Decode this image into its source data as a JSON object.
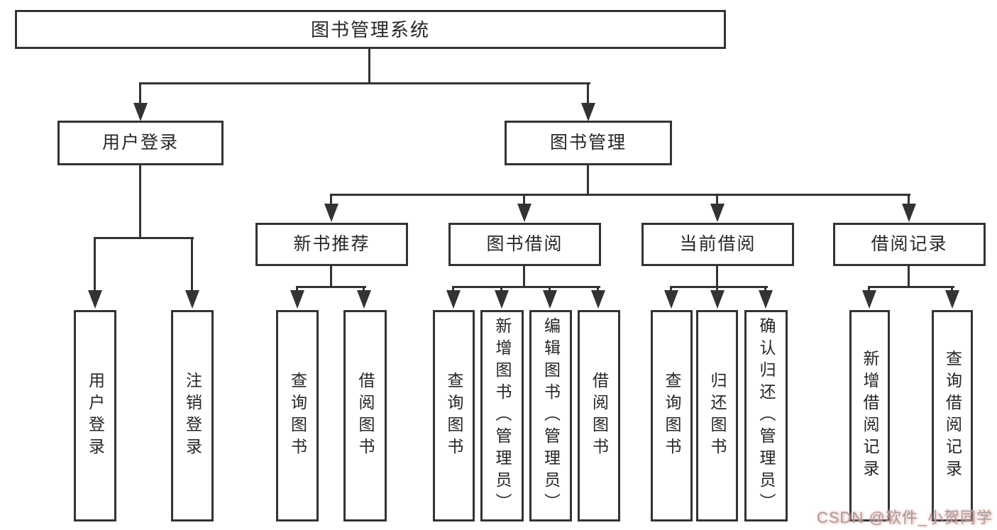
{
  "diagram_type": "hierarchy-tree",
  "tree": {
    "label": "图书管理系统",
    "children": [
      {
        "label": "用户登录",
        "children": [
          {
            "label": "用户登录"
          },
          {
            "label": "注销登录"
          }
        ]
      },
      {
        "label": "图书管理",
        "children": [
          {
            "label": "新书推荐",
            "children": [
              {
                "label": "查询图书"
              },
              {
                "label": "借阅图书"
              }
            ]
          },
          {
            "label": "图书借阅",
            "children": [
              {
                "label": "查询图书"
              },
              {
                "label": "新增图书（管理员）"
              },
              {
                "label": "编辑图书（管理员）"
              },
              {
                "label": "借阅图书"
              }
            ]
          },
          {
            "label": "当前借阅",
            "children": [
              {
                "label": "查询图书"
              },
              {
                "label": "归还图书"
              },
              {
                "label": "确认归还（管理员）"
              }
            ]
          },
          {
            "label": "借阅记录",
            "children": [
              {
                "label": "新增借阅记录"
              },
              {
                "label": "查询借阅记录"
              }
            ]
          }
        ]
      }
    ]
  },
  "watermark": {
    "text": "CSDN @软件_小贺同学"
  },
  "colors": {
    "line": "#333333",
    "text": "#262626",
    "background": "#ffffff",
    "watermark_text": "#a0a0a0",
    "watermark_tint": "#f39696"
  }
}
